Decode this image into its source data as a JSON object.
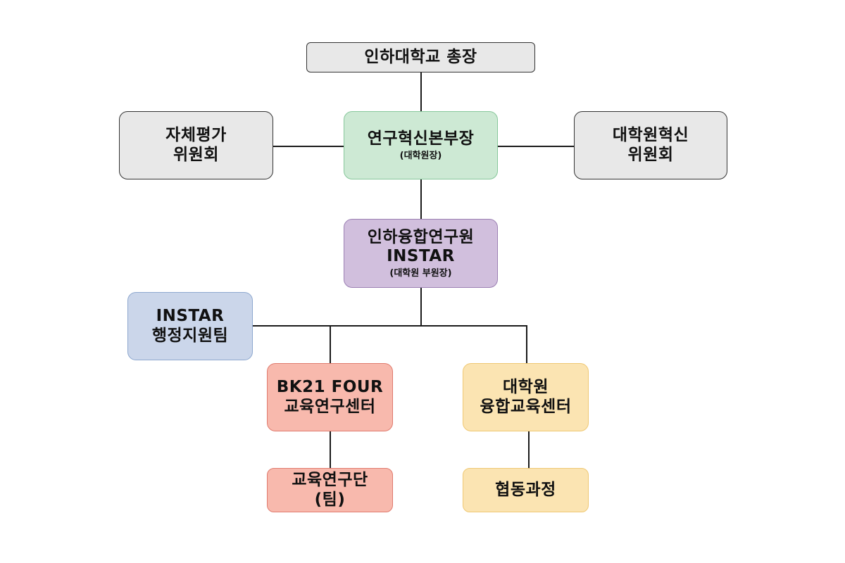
{
  "diagram": {
    "type": "organization-chart",
    "nodes": {
      "president": {
        "lines": [
          "인하대학교 총장"
        ],
        "fill": "#e8e8e8",
        "border": "#333333"
      },
      "self_eval": {
        "lines": [
          "자체평가",
          "위원회"
        ],
        "fill": "#e8e8e8",
        "border": "#333333"
      },
      "research_head": {
        "lines": [
          "연구혁신본부장"
        ],
        "sub": "(대학원장)",
        "fill": "#cde9d4",
        "border": "#86c79a"
      },
      "grad_innov": {
        "lines": [
          "대학원혁신",
          "위원회"
        ],
        "fill": "#e8e8e8",
        "border": "#333333"
      },
      "instar": {
        "lines": [
          "인하융합연구원",
          "INSTAR"
        ],
        "sub": "(대학원 부원장)",
        "fill": "#d1bfdd",
        "border": "#9b7fb3"
      },
      "admin_team": {
        "lines": [
          "INSTAR",
          "행정지원팀"
        ],
        "fill": "#cbd6ea",
        "border": "#8ea8cf"
      },
      "bk21": {
        "lines": [
          "BK21 FOUR",
          "교육연구센터"
        ],
        "fill": "#f8b9ad",
        "border": "#e07b6e"
      },
      "grad_conv": {
        "lines": [
          "대학원",
          "융합교육센터"
        ],
        "fill": "#fbe4b2",
        "border": "#efc873"
      },
      "edu_group": {
        "lines": [
          "교육연구단",
          "(팀)"
        ],
        "fill": "#f8b9ad",
        "border": "#e07b6e"
      },
      "coop": {
        "lines": [
          "협동과정"
        ],
        "fill": "#fbe4b2",
        "border": "#efc873"
      }
    },
    "edges": [
      [
        "president",
        "research_head"
      ],
      [
        "research_head",
        "self_eval"
      ],
      [
        "research_head",
        "grad_innov"
      ],
      [
        "research_head",
        "instar"
      ],
      [
        "instar",
        "admin_team"
      ],
      [
        "instar",
        "bk21"
      ],
      [
        "instar",
        "grad_conv"
      ],
      [
        "bk21",
        "edu_group"
      ],
      [
        "grad_conv",
        "coop"
      ]
    ]
  }
}
